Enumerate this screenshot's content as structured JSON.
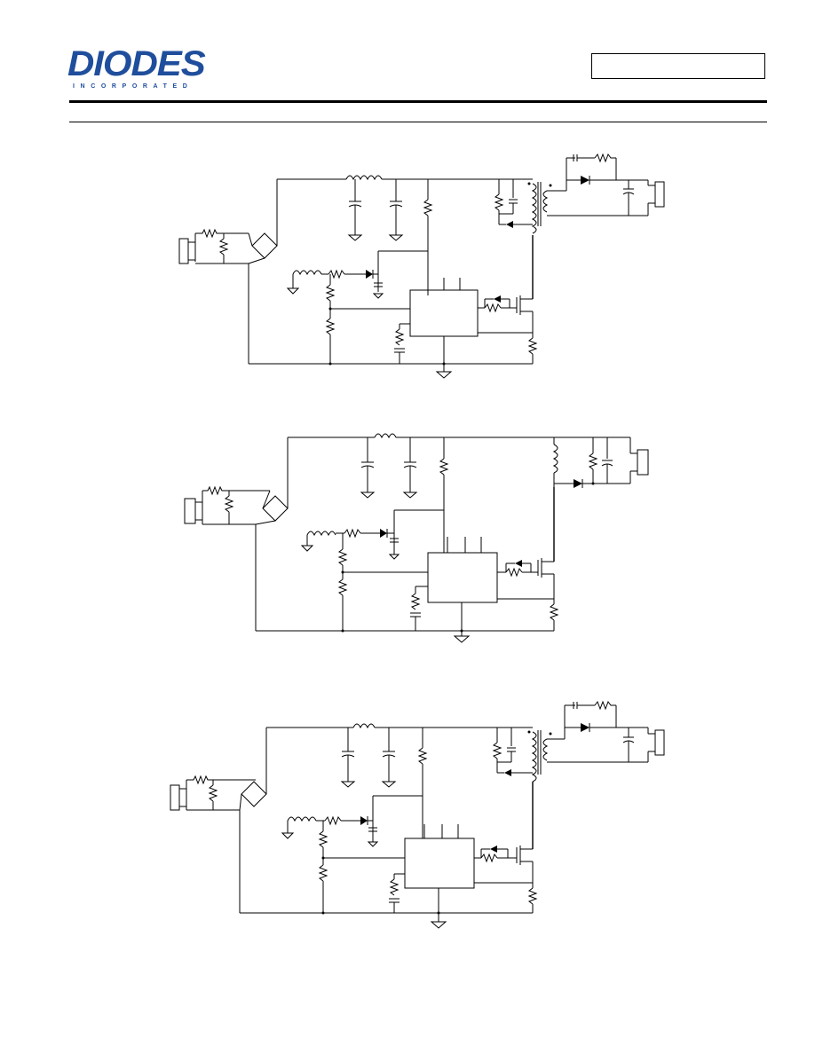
{
  "header": {
    "logo_text": "DIODES",
    "logo_subtext": "INCORPORATED",
    "part_number": ""
  },
  "figures": [
    {
      "name": "flyback-schematic-1"
    },
    {
      "name": "buck-boost-schematic"
    },
    {
      "name": "flyback-schematic-2"
    }
  ],
  "colors": {
    "brand": "#1f4e9c",
    "ink": "#000000"
  }
}
